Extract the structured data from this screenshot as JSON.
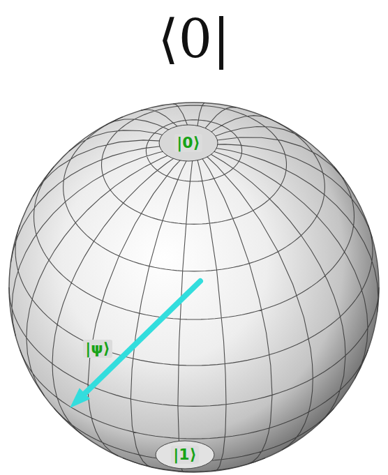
{
  "diagram": {
    "title": "⟨0|",
    "labels": [
      "|0⟩",
      "|ψ⟩",
      "|1⟩"
    ]
  }
}
